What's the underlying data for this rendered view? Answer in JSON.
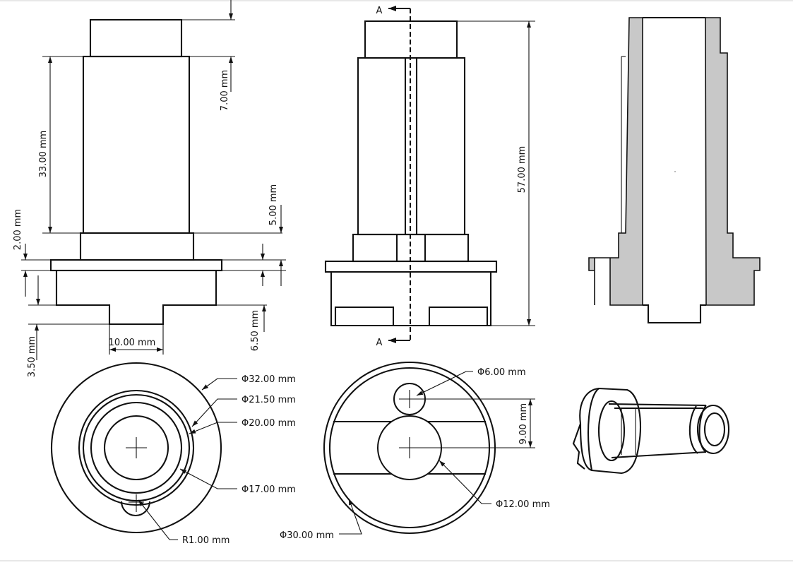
{
  "drawing": {
    "front_view": {
      "dims": {
        "d_7": "7.00 mm",
        "d_33": "33.00 mm",
        "d_5": "5.00 mm",
        "d_2": "2.00 mm",
        "d_6_5": "6.50 mm",
        "d_3_5": "3.50 mm",
        "d_10": "10.00 mm"
      }
    },
    "side_view": {
      "section_label_top": "A",
      "section_label_bottom": "A",
      "dims": {
        "d_57": "57.00 mm"
      }
    },
    "bottom_view_left": {
      "dims": {
        "phi_32": "Φ32.00 mm",
        "phi_21_5": "Φ21.50 mm",
        "phi_20": "Φ20.00 mm",
        "phi_17": "Φ17.00 mm",
        "r_1": "R1.00 mm"
      }
    },
    "bottom_view_middle": {
      "dims": {
        "phi_6": "Φ6.00 mm",
        "d_9": "9.00 mm",
        "phi_12": "Φ12.00 mm",
        "phi_30": "Φ30.00 mm"
      }
    },
    "colors": {
      "line": "#111111",
      "hatch": "#c8c8c8",
      "background": "#ffffff"
    }
  }
}
